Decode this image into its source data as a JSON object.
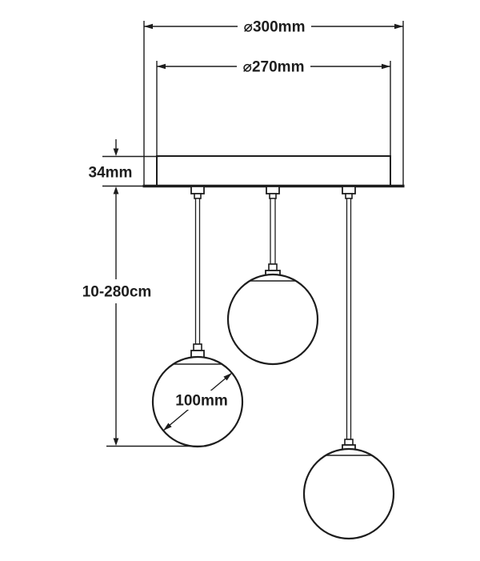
{
  "page": {
    "background": "#ffffff"
  },
  "diagram": {
    "subject": "three-globe pendant ceiling lamp dimension drawing",
    "line_color": "#1d1d1d",
    "labels": {
      "outer_diameter": "⌀300mm",
      "inner_diameter": "⌀270mm",
      "canopy_height": "34mm",
      "cord_length": "10-280cm",
      "globe_diameter": "100mm"
    }
  }
}
